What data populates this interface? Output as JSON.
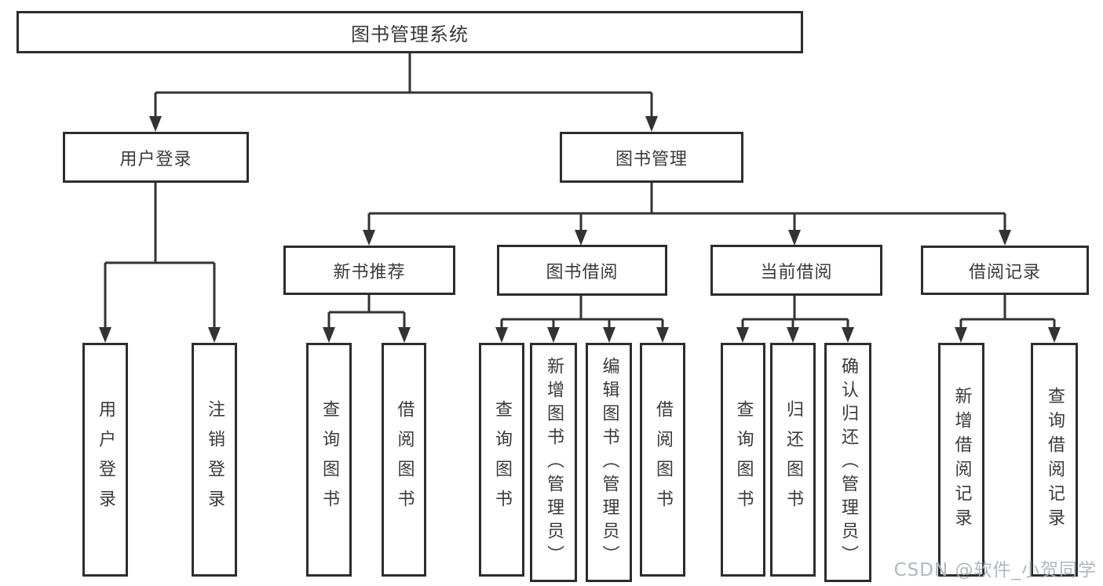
{
  "nodes": {
    "root": "图书管理系统",
    "user_login": "用户登录",
    "book_mgmt": "图书管理",
    "new_book_rec": "新书推荐",
    "book_borrow": "图书借阅",
    "current_borrow": "当前借阅",
    "borrow_records": "借阅记录",
    "leaf_user_login": "用户登录",
    "leaf_logout": "注销登录",
    "leaf_query_book_a": "查询图书",
    "leaf_borrow_book_a": "借阅图书",
    "leaf_query_book_b": "查询图书",
    "leaf_add_book_admin": "新增图书（管理员）",
    "leaf_edit_book_admin": "编辑图书（管理员）",
    "leaf_borrow_book_b": "借阅图书",
    "leaf_query_book_c": "查询图书",
    "leaf_return_book": "归还图书",
    "leaf_confirm_return_admin": "确认归还（管理员）",
    "leaf_add_borrow_record": "新增借阅记录",
    "leaf_query_borrow_record": "查询借阅记录"
  },
  "watermark": "CSDN @软件_小贺同学",
  "colors": {
    "line": "#333333",
    "box_border": "#2d2d2d",
    "text": "#3a3a3a",
    "watermark": "#aeb2bd",
    "background": "#ffffff"
  }
}
